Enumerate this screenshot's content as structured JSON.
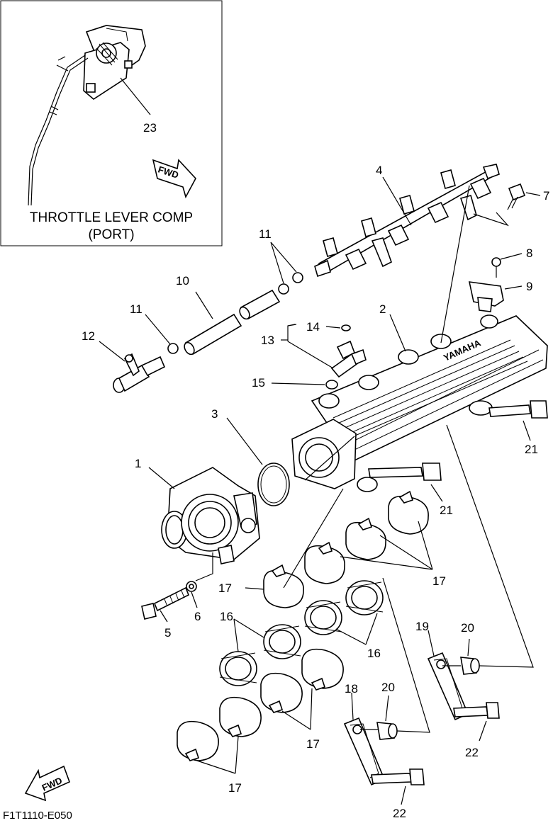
{
  "inset": {
    "title_line1": "THROTTLE LEVER COMP",
    "title_line2": "(PORT)",
    "fwd_label": "FWD"
  },
  "fwd_label": "FWD",
  "diagram_code": "F1T1110-E050",
  "callouts": {
    "c1": "1",
    "c2": "2",
    "c3": "3",
    "c4": "4",
    "c5": "5",
    "c6": "6",
    "c7": "7",
    "c8": "8",
    "c9": "9",
    "c10": "10",
    "c11a": "11",
    "c11b": "11",
    "c12": "12",
    "c13": "13",
    "c14": "14",
    "c15": "15",
    "c16a": "16",
    "c16b": "16",
    "c17a": "17",
    "c17b": "17",
    "c17c": "17",
    "c17d": "17",
    "c18": "18",
    "c19": "19",
    "c20a": "20",
    "c20b": "20",
    "c21a": "21",
    "c21b": "21",
    "c22a": "22",
    "c22b": "22",
    "c23": "23"
  },
  "manifold_brand": "YAMAHA"
}
